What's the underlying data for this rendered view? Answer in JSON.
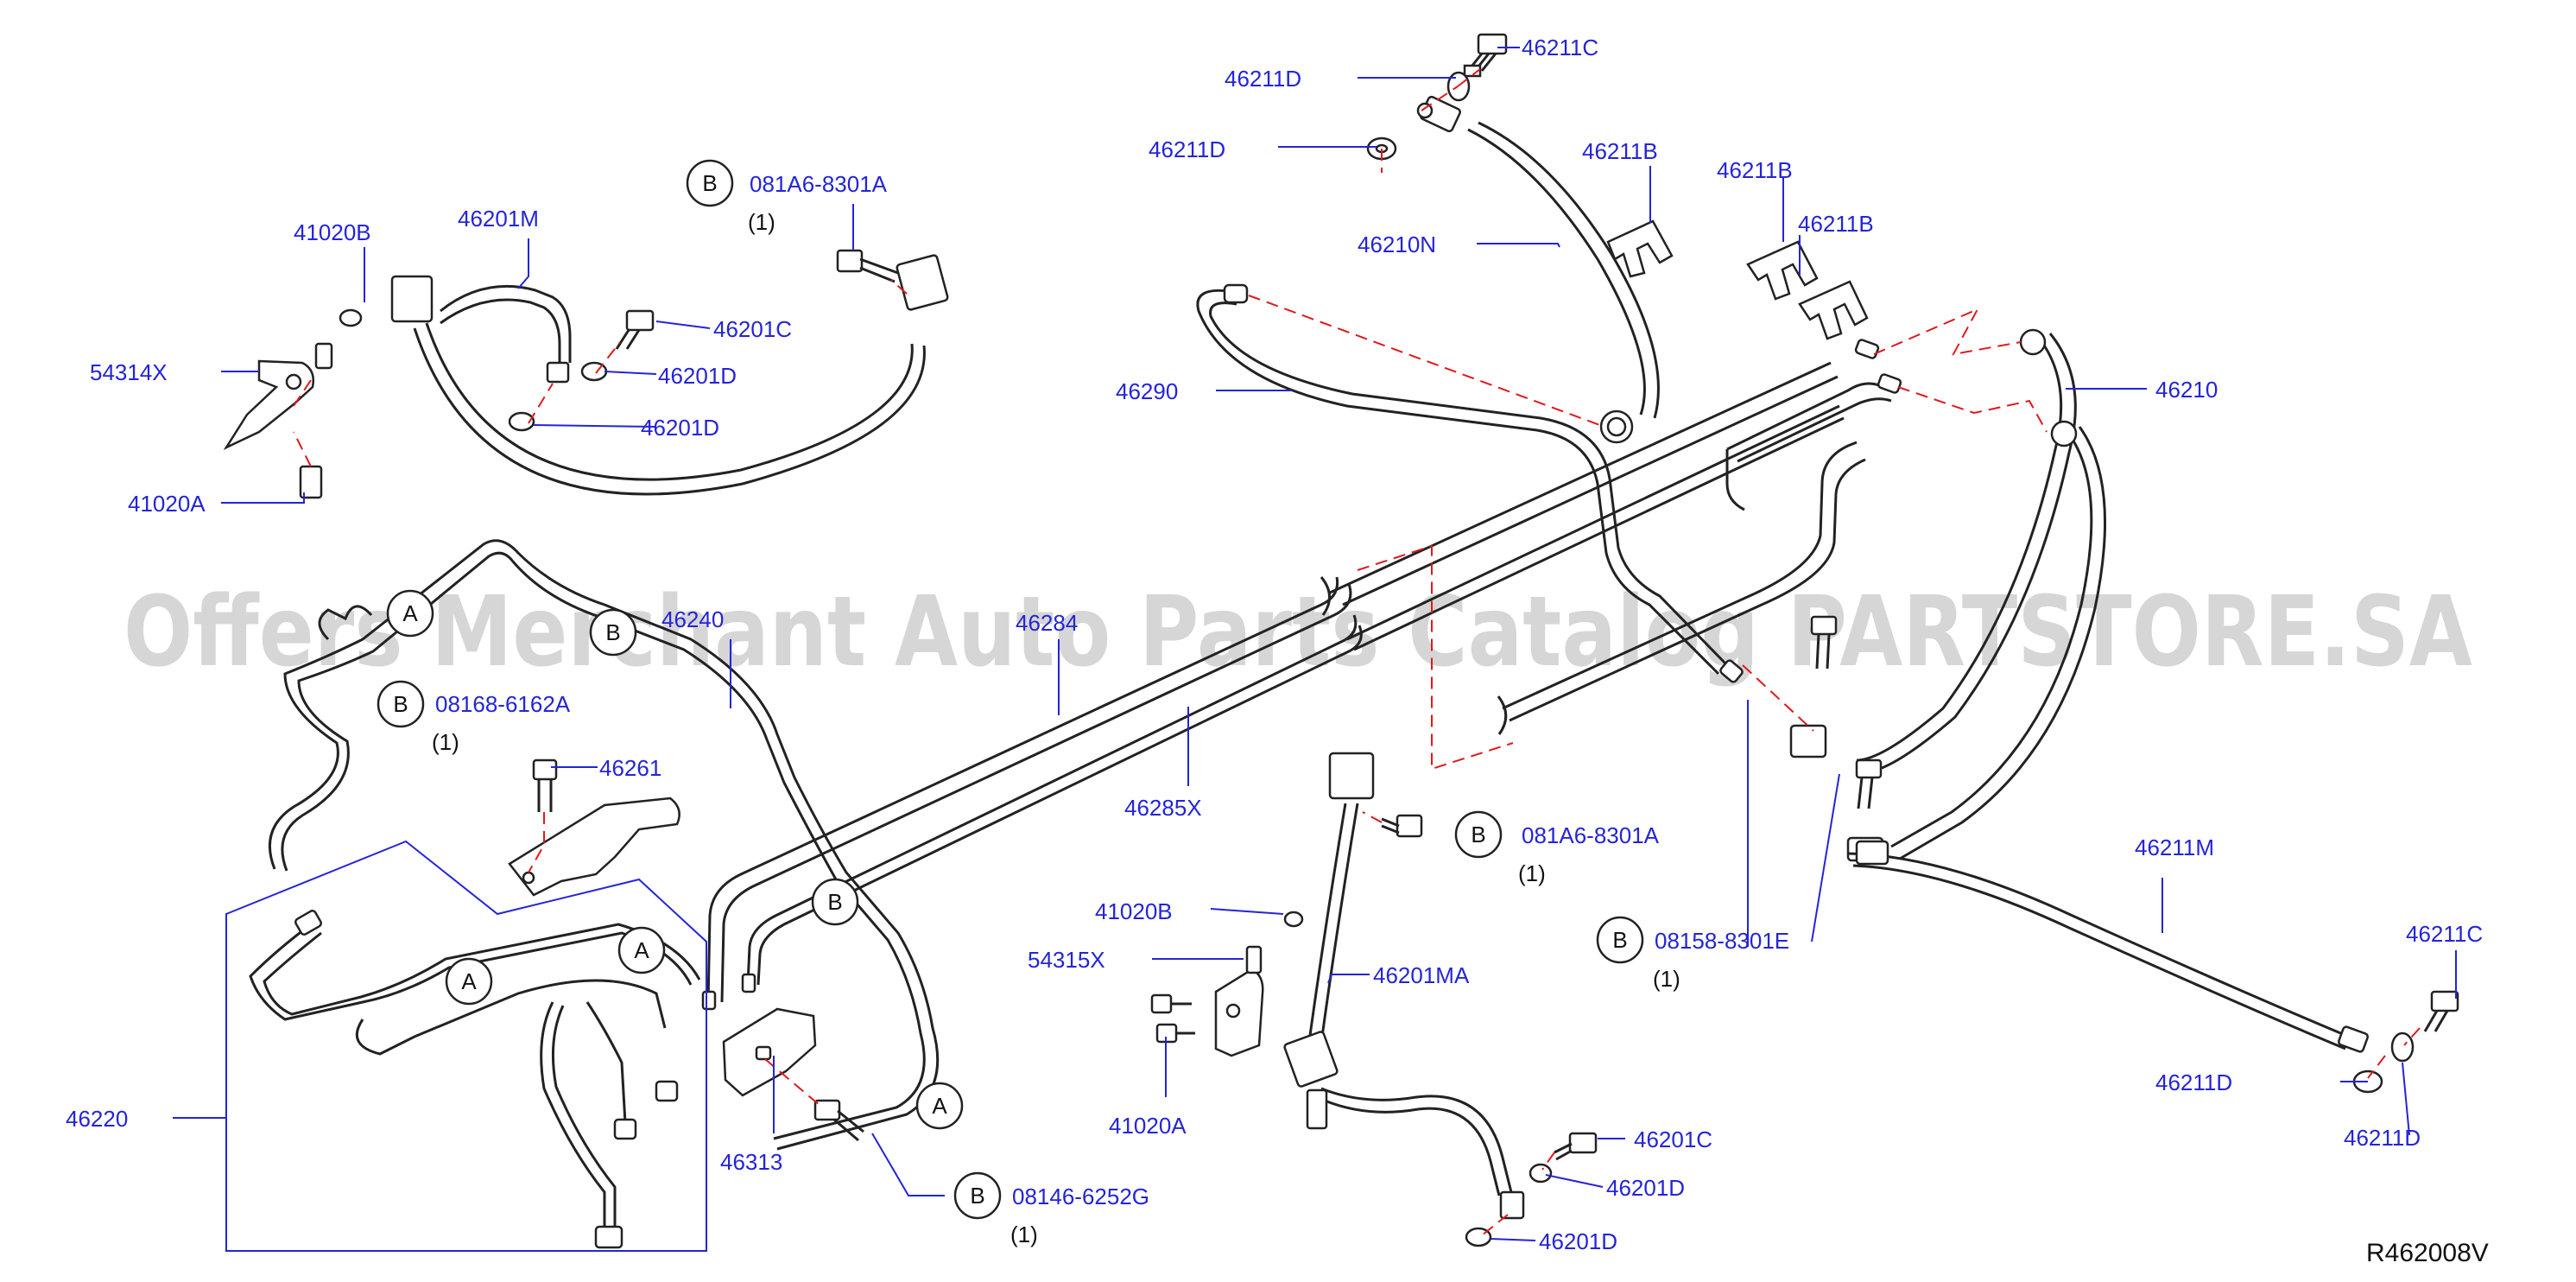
{
  "watermark": "Offers Merchant Auto Parts Catalog PARTSTORE.SA",
  "reference": "R462008V",
  "callouts": {
    "c1": "46211C",
    "c2": "46211D",
    "c3": "46211D",
    "c4": "46211B",
    "c5": "46211B",
    "c6": "46211B",
    "c7": "46210N",
    "c8": "46290",
    "c9": "46210",
    "c10": "46201M",
    "c11": "41020B",
    "c12": "46201C",
    "c13": "46201D",
    "c14": "54314X",
    "c15": "46201D",
    "c16": "41020A",
    "c17": "081A6-8301A",
    "c18": "46240",
    "c19": "46284",
    "c20": "08168-6162A",
    "c21": "46261",
    "c22": "46285X",
    "c23": "081A6-8301A",
    "c24": "41020B",
    "c25": "54315X",
    "c26": "46201MA",
    "c27": "41020A",
    "c28": "46220",
    "c29": "46313",
    "c30": "08146-6252G",
    "c31": "46201C",
    "c32": "46201D",
    "c33": "46201D",
    "c34": "08158-8301E",
    "c35": "46211M",
    "c36": "46211C",
    "c37": "46211D",
    "c38": "46211D"
  },
  "quantities": {
    "q1": "(1)",
    "q2": "(1)",
    "q3": "(1)",
    "q4": "(1)",
    "q5": "(1)"
  },
  "markers": {
    "a": "A",
    "b": "B"
  }
}
